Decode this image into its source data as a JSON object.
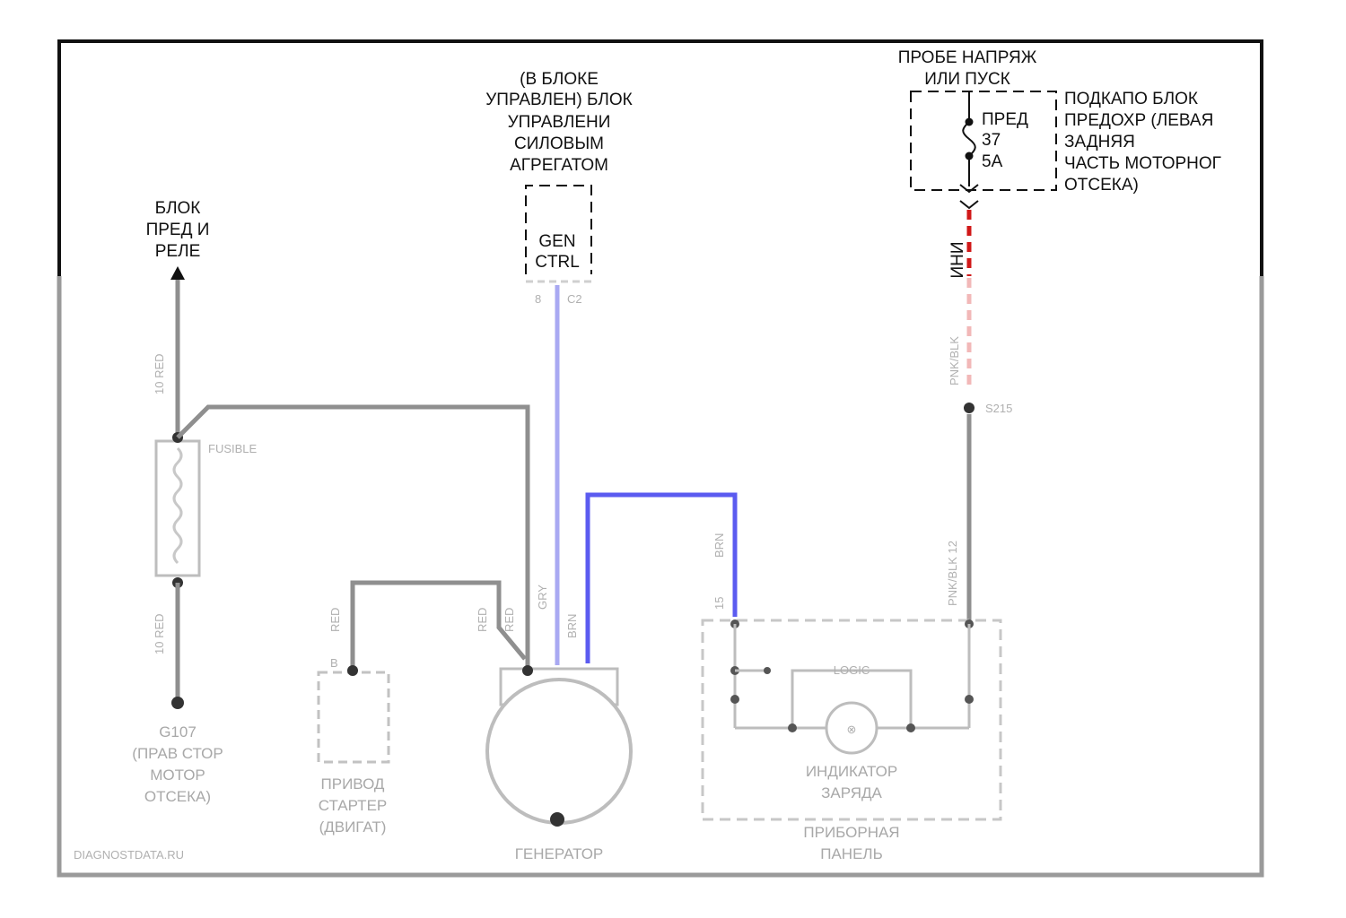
{
  "labels": {
    "fuse_relay_block": [
      "БЛОК",
      "ПРЕД И",
      "РЕЛЕ"
    ],
    "pcm": [
      "(В БЛОКЕ",
      "УПРАВЛЕН) БЛОК",
      "УПРАВЛЕНИ",
      "СИЛОВЫМ",
      "АГРЕГАТОМ"
    ],
    "gen_ctrl": [
      "GEN",
      "CTRL"
    ],
    "hot_in_run": [
      "ПРОБЕ НАПРЯЖ",
      "ИЛИ ПУСК"
    ],
    "fuse": [
      "ПРЕД",
      "37",
      "5A"
    ],
    "underhood_block": [
      "ПОДКАПО БЛОК",
      "ПРЕДОХР (ЛЕВАЯ",
      "ЗАДНЯЯ",
      "ЧАСТЬ МОТОРНОГ",
      "ОТСЕКА)"
    ],
    "wire_code": "ИНИ"
  },
  "colors": {
    "frame_black": "#111111",
    "frame_gray": "#9a9a9a",
    "wire_gray": "#8f8f8f",
    "wire_blue": "#5b5bf0",
    "wire_light_blue": "#a9a9f2",
    "wire_red": "#d01818",
    "wire_pink": "#f2b8b8"
  }
}
